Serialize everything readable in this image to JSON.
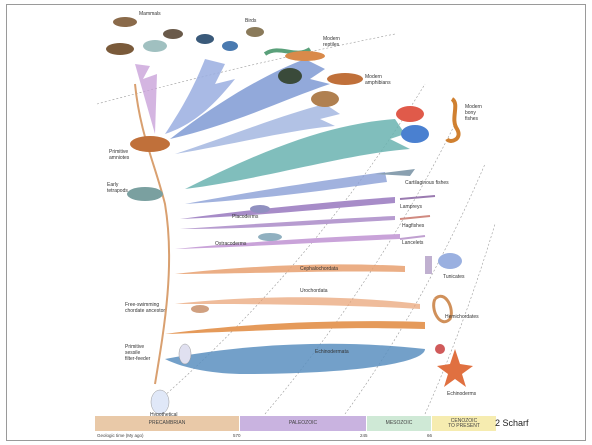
{
  "labels": {
    "mammals": "Mammals",
    "birds": "Birds",
    "modern_reptiles": "Modern\nreptiles",
    "modern_amphibians": "Modern\namphibians",
    "modern_bony_fishes": "Modern\nbony\nfishes",
    "primitive_amniotes": "Primitive\namniotes",
    "early_tetrapods": "Early\ntetrapods",
    "cartilaginous_fishes": "Cartilaginous fishes",
    "lampreys": "Lampreys",
    "hagfishes": "Hagfishes",
    "lancelets": "Lancelets",
    "tunicates": "Tunicates",
    "hemichordates": "Hemichordates",
    "echinoderms": "Echinoderms",
    "placoderms": "Placoderms",
    "ostracoderms": "Ostracoderms",
    "cephalochordata": "Cephalochordata",
    "urochordata": "Urochordata",
    "echinodermata": "Echinodermata",
    "free_swimming": "Free-swimming\nchordate ancestor",
    "sessile_filter": "Primitive\nsessile\nfilter-feeder",
    "deuterostome": "Hypothetical\ndeuterostome ancestor"
  },
  "eras": [
    {
      "name": "PRECAMBRIAN",
      "color": "#e9c9a8"
    },
    {
      "name": "PALEOZOIC",
      "color": "#c9b3e0"
    },
    {
      "name": "MESOZOIC",
      "color": "#cfe9d6"
    },
    {
      "name": "CENOZOIC\nTO PRESENT",
      "color": "#f6ecb0"
    }
  ],
  "axis": {
    "title": "Geologic time (My ago)",
    "ticks": [
      "570",
      "245",
      "66"
    ]
  },
  "credit": "2 Scharf",
  "colors": {
    "vertebrate_blue": "#7f9ad3",
    "fish_teal": "#6ab3b0",
    "chordate_purple": "#a78cc8",
    "ancestor_orange": "#e8a070",
    "echinoderm_blue": "#5a8fbf"
  }
}
